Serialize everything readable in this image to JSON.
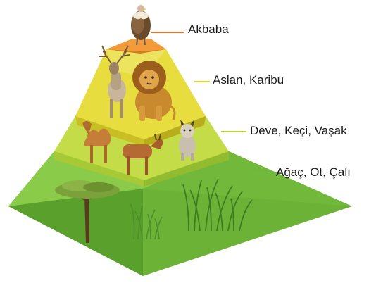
{
  "levels": [
    {
      "label": "Akbaba",
      "icons": [
        "vulture-icon"
      ],
      "color": "#f0892b"
    },
    {
      "label": "Aslan, Karibu",
      "icons": [
        "deer-icon",
        "lion-icon"
      ],
      "color": "#e8dc3a"
    },
    {
      "label": "Deve, Keçi, Vaşak",
      "icons": [
        "camel-icon",
        "goat-icon",
        "lynx-icon"
      ],
      "color": "#c6de4a"
    },
    {
      "label": "Ağaç, Ot, Çalı",
      "icons": [
        "acacia-tree-icon",
        "grass-icon",
        "bush-icon"
      ],
      "color": "#7cc142"
    }
  ],
  "connector_colors": [
    "#e8732a",
    "#e5d52e",
    "#b9d23a",
    "#6fbb3b"
  ]
}
